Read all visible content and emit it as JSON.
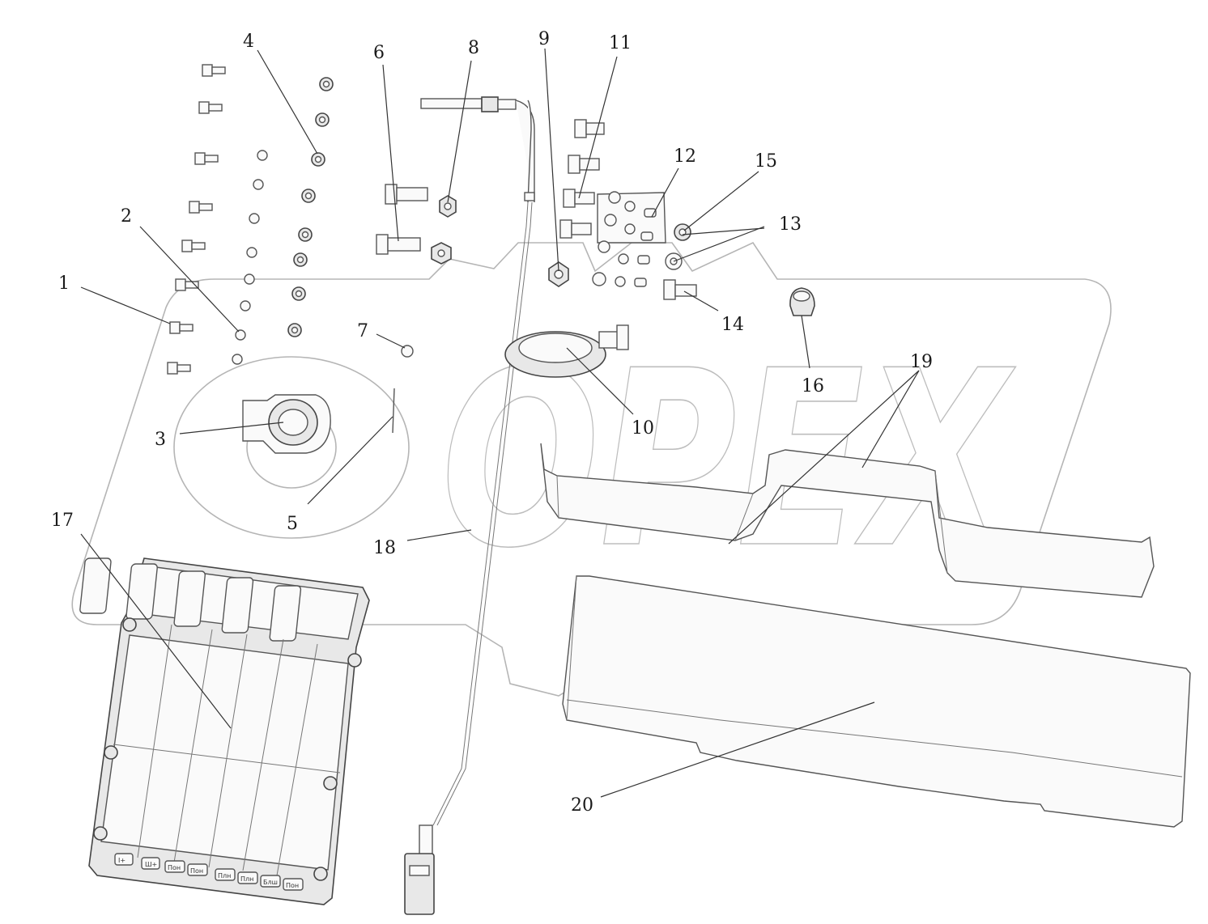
{
  "diagram": {
    "callouts": [
      {
        "id": "1",
        "label": "1"
      },
      {
        "id": "2",
        "label": "2"
      },
      {
        "id": "3",
        "label": "3"
      },
      {
        "id": "4",
        "label": "4"
      },
      {
        "id": "5",
        "label": "5"
      },
      {
        "id": "6",
        "label": "6"
      },
      {
        "id": "7",
        "label": "7"
      },
      {
        "id": "8",
        "label": "8"
      },
      {
        "id": "9",
        "label": "9"
      },
      {
        "id": "10",
        "label": "10"
      },
      {
        "id": "11",
        "label": "11"
      },
      {
        "id": "12",
        "label": "12"
      },
      {
        "id": "13",
        "label": "13"
      },
      {
        "id": "14",
        "label": "14"
      },
      {
        "id": "15",
        "label": "15"
      },
      {
        "id": "16",
        "label": "16"
      },
      {
        "id": "17",
        "label": "17"
      },
      {
        "id": "18",
        "label": "18"
      },
      {
        "id": "19",
        "label": "19"
      },
      {
        "id": "20",
        "label": "20"
      }
    ],
    "watermark": {
      "text": "OPEX",
      "color": "#bdbdbd"
    },
    "ecu_buttons": [
      "I+",
      "Ш+",
      "Пон",
      "Пон",
      "Плн",
      "Плн",
      "Блш",
      "Пон"
    ]
  }
}
